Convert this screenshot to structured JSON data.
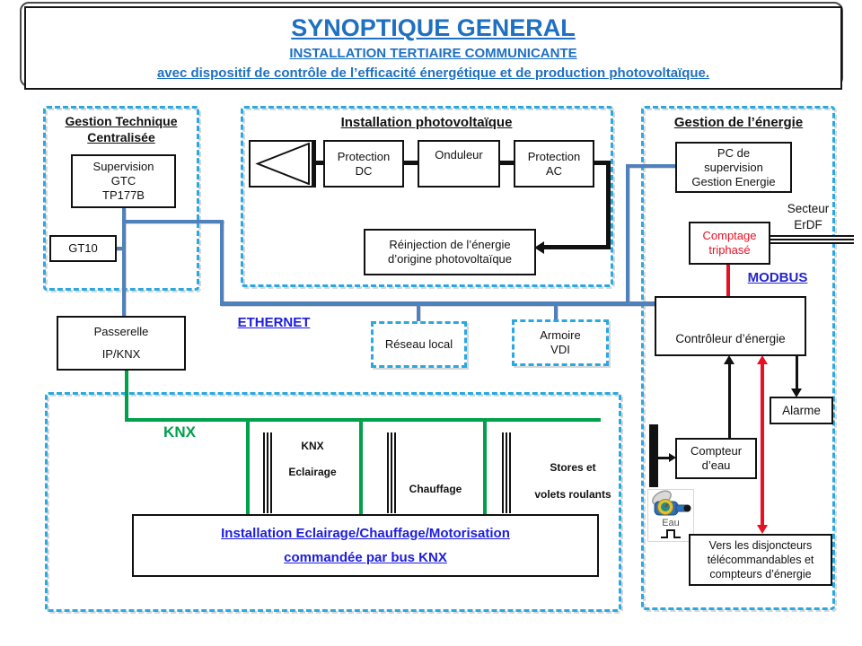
{
  "title": {
    "line1": "SYNOPTIQUE GENERAL",
    "line2": "INSTALLATION TERTIAIRE COMMUNICANTE",
    "line3": "avec dispositif de contrôle de l’efficacité énergétique et de production photovoltaïque."
  },
  "gtc": {
    "title": "Gestion Technique Centralisée",
    "supervision_lines": [
      "Supervision",
      "GTC",
      "TP177B"
    ],
    "gt10": "GT10"
  },
  "pv": {
    "title": "Installation photovoltaïque",
    "protection_dc": [
      "Protection",
      "DC"
    ],
    "onduleur": "Onduleur",
    "protection_ac": [
      "Protection",
      "AC"
    ],
    "reinjection": [
      "Réinjection de l’énergie",
      "d’origine photovoltaïque"
    ]
  },
  "energy": {
    "title": "Gestion de l’énergie",
    "pc_supervision": [
      "PC de",
      "supervision",
      "Gestion Energie"
    ],
    "secteur": [
      "Secteur",
      "ErDF"
    ],
    "comptage": [
      "Comptage",
      "triphasé"
    ],
    "modbus": "MODBUS",
    "controleur": "Contrôleur d’énergie",
    "alarme": "Alarme",
    "compteur_eau": [
      "Compteur",
      "d’eau"
    ],
    "eau_icon_label": "Eau",
    "vers_disjoncteurs": [
      "Vers les disjoncteurs",
      "télécommandables et",
      "compteurs d’énergie"
    ]
  },
  "network": {
    "ethernet": "ETHERNET",
    "passerelle": [
      "Passerelle",
      "IP/KNX"
    ],
    "reseau_local": "Réseau local",
    "armoire_vdi": [
      "Armoire",
      "VDI"
    ]
  },
  "knx": {
    "bus_label": "KNX",
    "drop1": [
      "KNX",
      "Eclairage"
    ],
    "drop2": "Chauffage",
    "drop3": [
      "Stores et",
      "volets roulants"
    ],
    "installation": [
      "Installation Eclairage/Chauffage/Motorisation",
      "commandée par bus KNX"
    ]
  },
  "colors": {
    "title_blue": "#1f70c1",
    "dashed_border_blue": "#29a9e0",
    "ethernet_line_blue": "#4f81bd",
    "knx_green": "#00a14b",
    "alert_red": "#e81123",
    "label_link_blue": "#1c1ce0"
  }
}
